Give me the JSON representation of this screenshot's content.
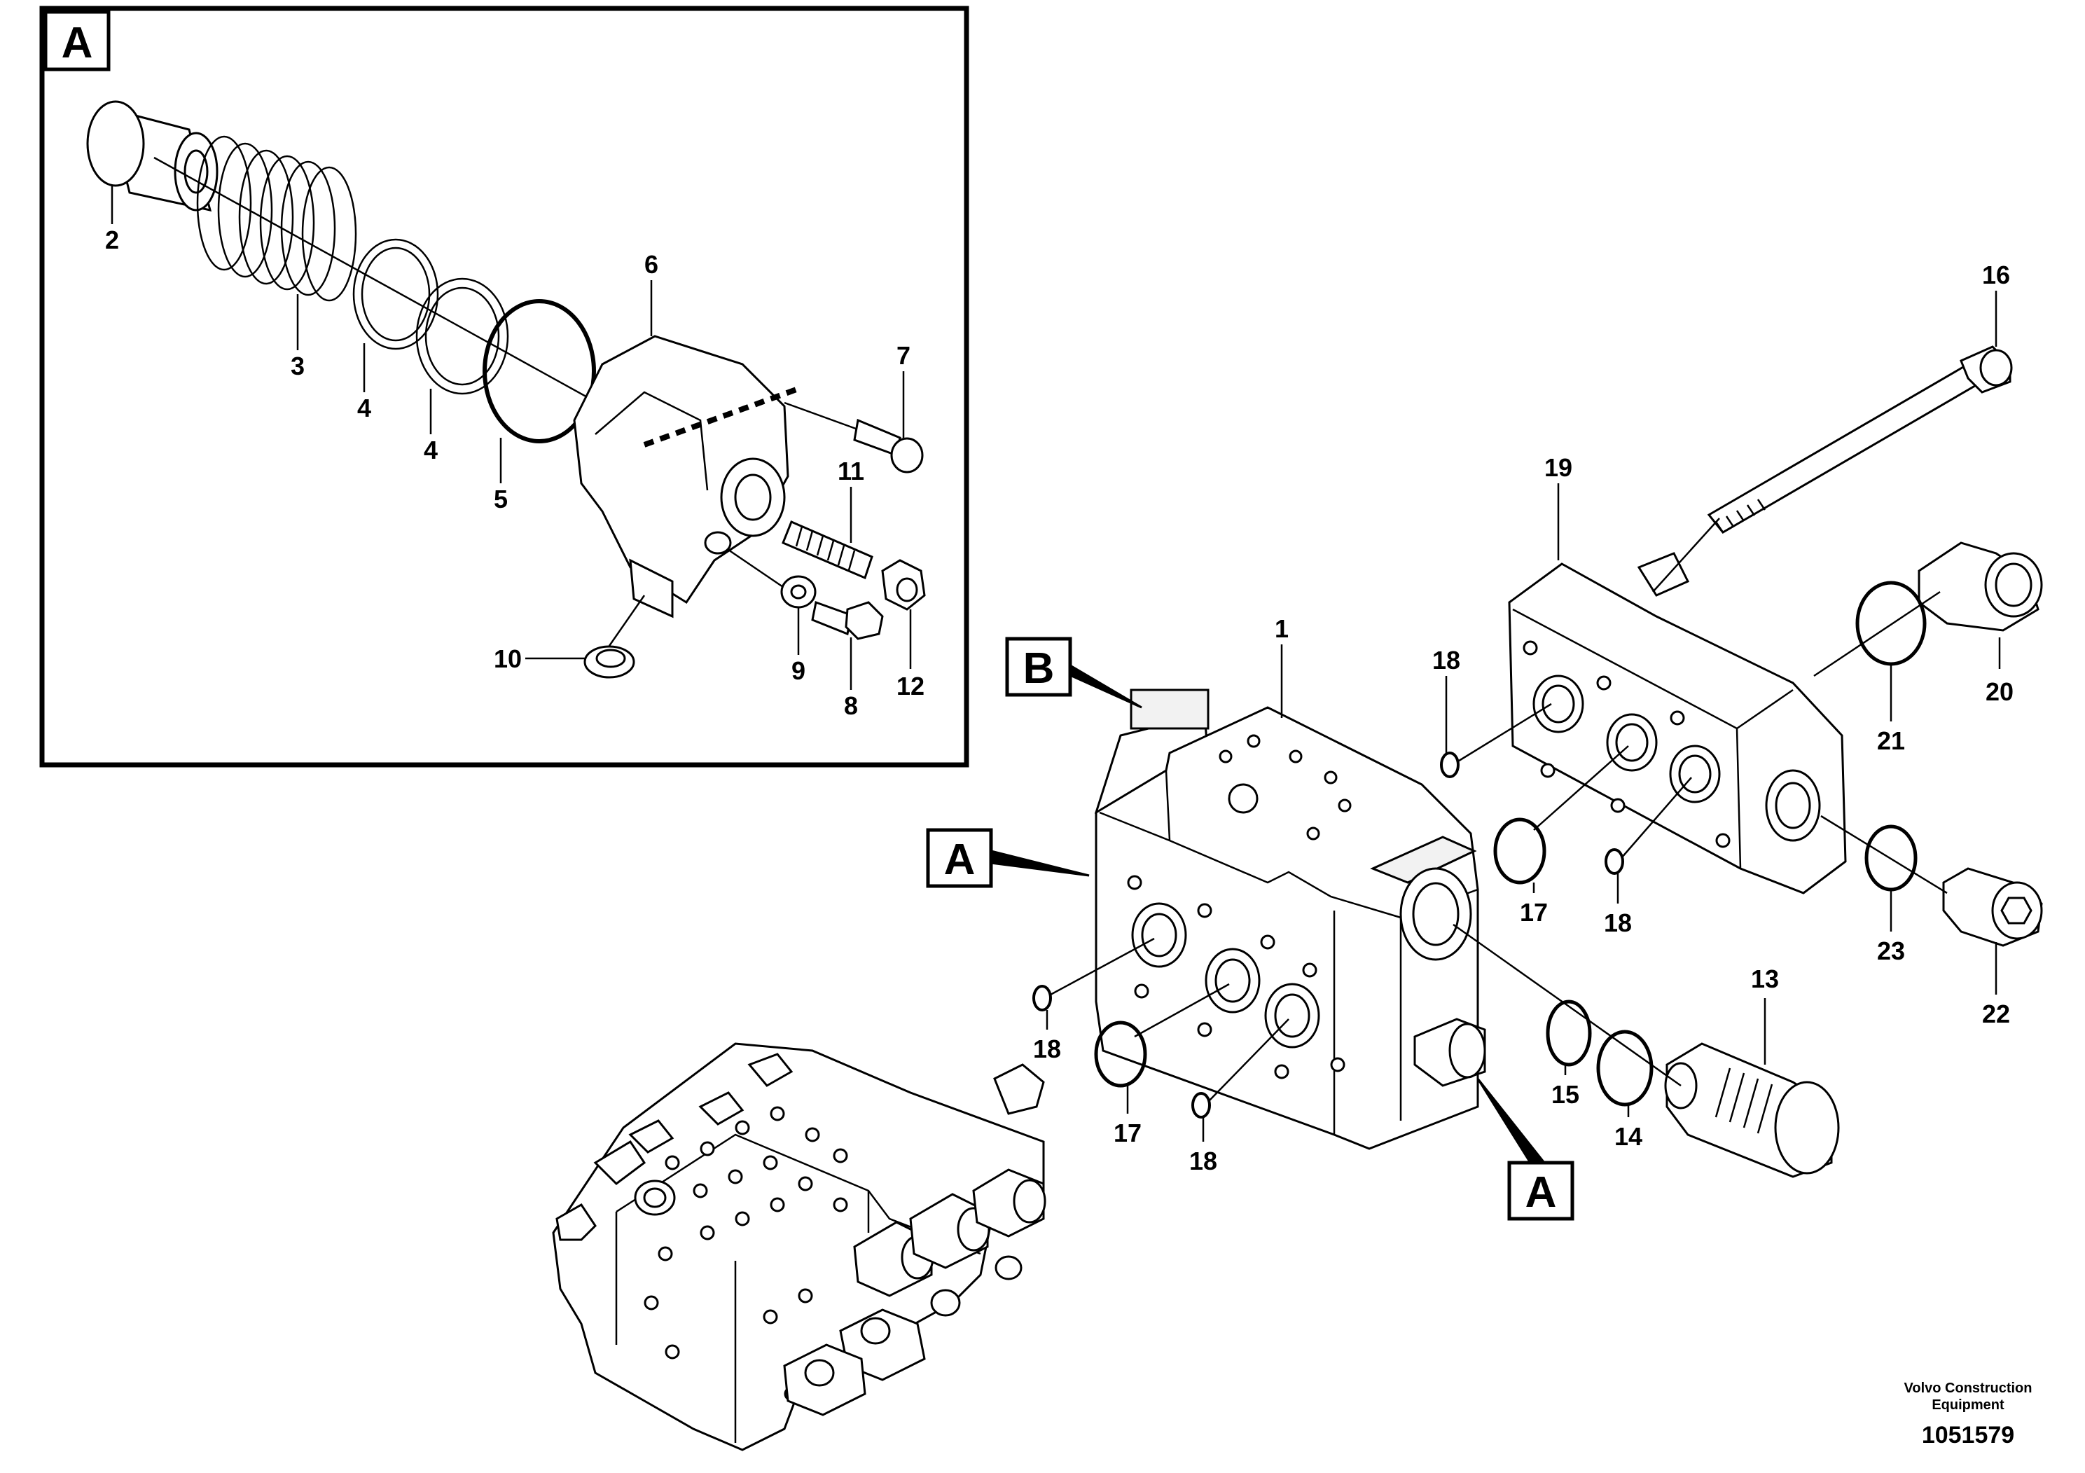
{
  "detail_view": {
    "label": "A"
  },
  "callouts": [
    {
      "id": "A",
      "text": "A"
    },
    {
      "id": "B",
      "text": "B"
    },
    {
      "id": "A2",
      "text": "A"
    }
  ],
  "part_numbers": {
    "p1": "1",
    "p2": "2",
    "p3": "3",
    "p4a": "4",
    "p4b": "4",
    "p5": "5",
    "p6": "6",
    "p7": "7",
    "p8": "8",
    "p9": "9",
    "p10": "10",
    "p11": "11",
    "p12": "12",
    "p13": "13",
    "p14": "14",
    "p15": "15",
    "p16": "16",
    "p17a": "17",
    "p17b": "17",
    "p18a": "18",
    "p18b": "18",
    "p18c": "18",
    "p18d": "18",
    "p19": "19",
    "p20": "20",
    "p21": "21",
    "p22": "22",
    "p23": "23"
  },
  "credit": {
    "line1": "Volvo Construction",
    "line2": "Equipment"
  },
  "document_id": "1051579"
}
